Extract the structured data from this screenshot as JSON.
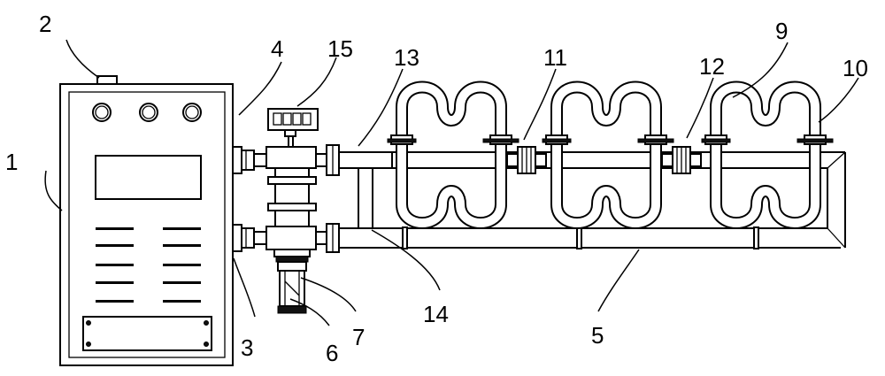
{
  "labels": {
    "l1": "1",
    "l2": "2",
    "l3": "3",
    "l4": "4",
    "l5": "5",
    "l6": "6",
    "l7": "7",
    "l9": "9",
    "l10": "10",
    "l11": "11",
    "l12": "12",
    "l13": "13",
    "l14": "14",
    "l15": "15"
  }
}
